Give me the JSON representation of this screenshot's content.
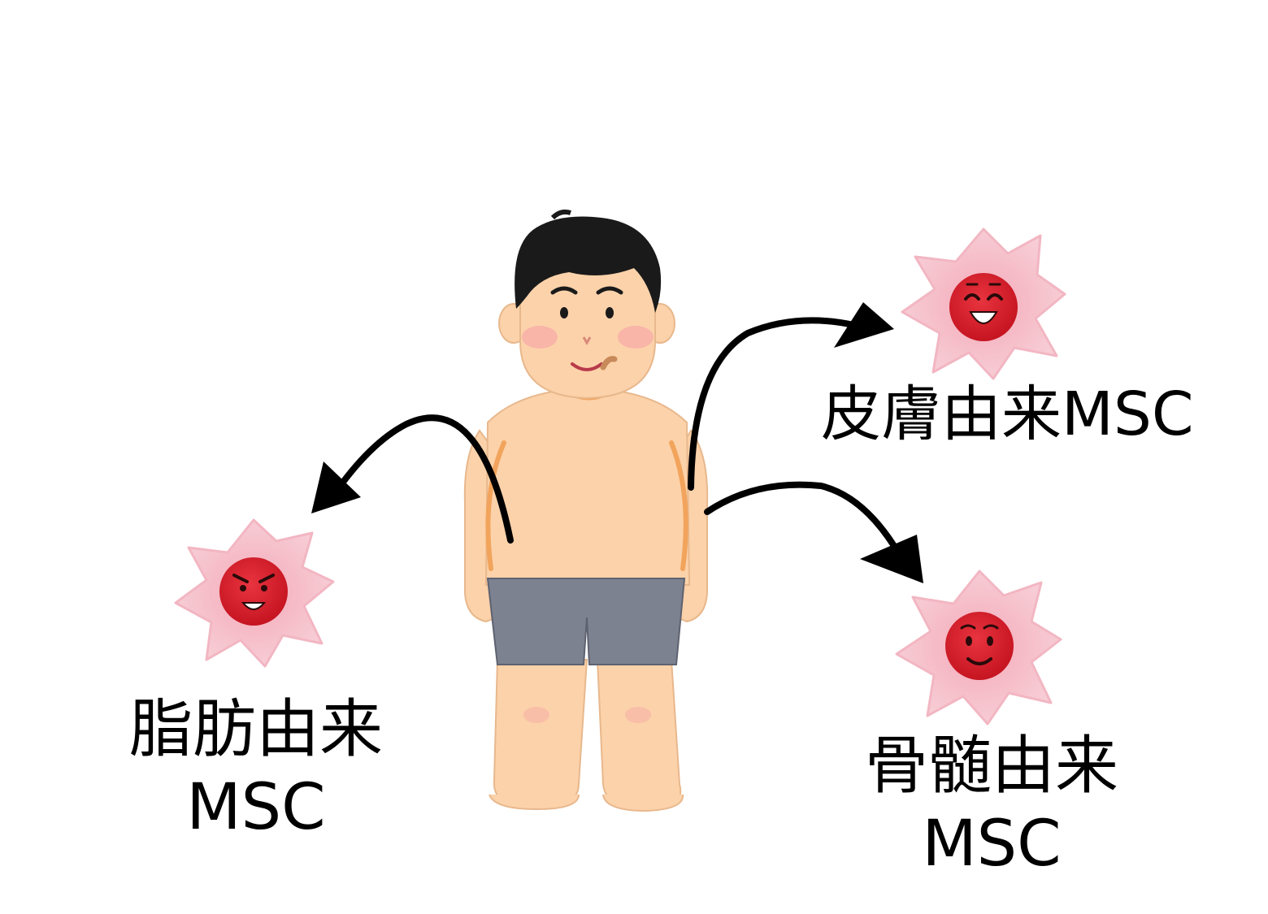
{
  "labels": {
    "adipose": {
      "line1": "脂肪由来",
      "line2": "MSC"
    },
    "skin": {
      "line1": "皮膚由来MSC"
    },
    "bone_marrow": {
      "line1": "骨髄由来",
      "line2": "MSC"
    }
  },
  "icons": {
    "person": "standing-boy-in-briefs-icon",
    "adipose_cell": "angry-stem-cell-icon",
    "skin_cell": "laughing-stem-cell-icon",
    "bone_cell": "smiling-stem-cell-icon",
    "arrow": "curved-arrow-icon"
  },
  "colors": {
    "skin": "#fcd2aa",
    "skin_outline": "#f2a45c",
    "hair": "#1a1a1a",
    "briefs": "#7d8291",
    "cell_body": "#f6c4cd",
    "cell_nucleus": "#d8212f",
    "arrow": "#000000"
  }
}
